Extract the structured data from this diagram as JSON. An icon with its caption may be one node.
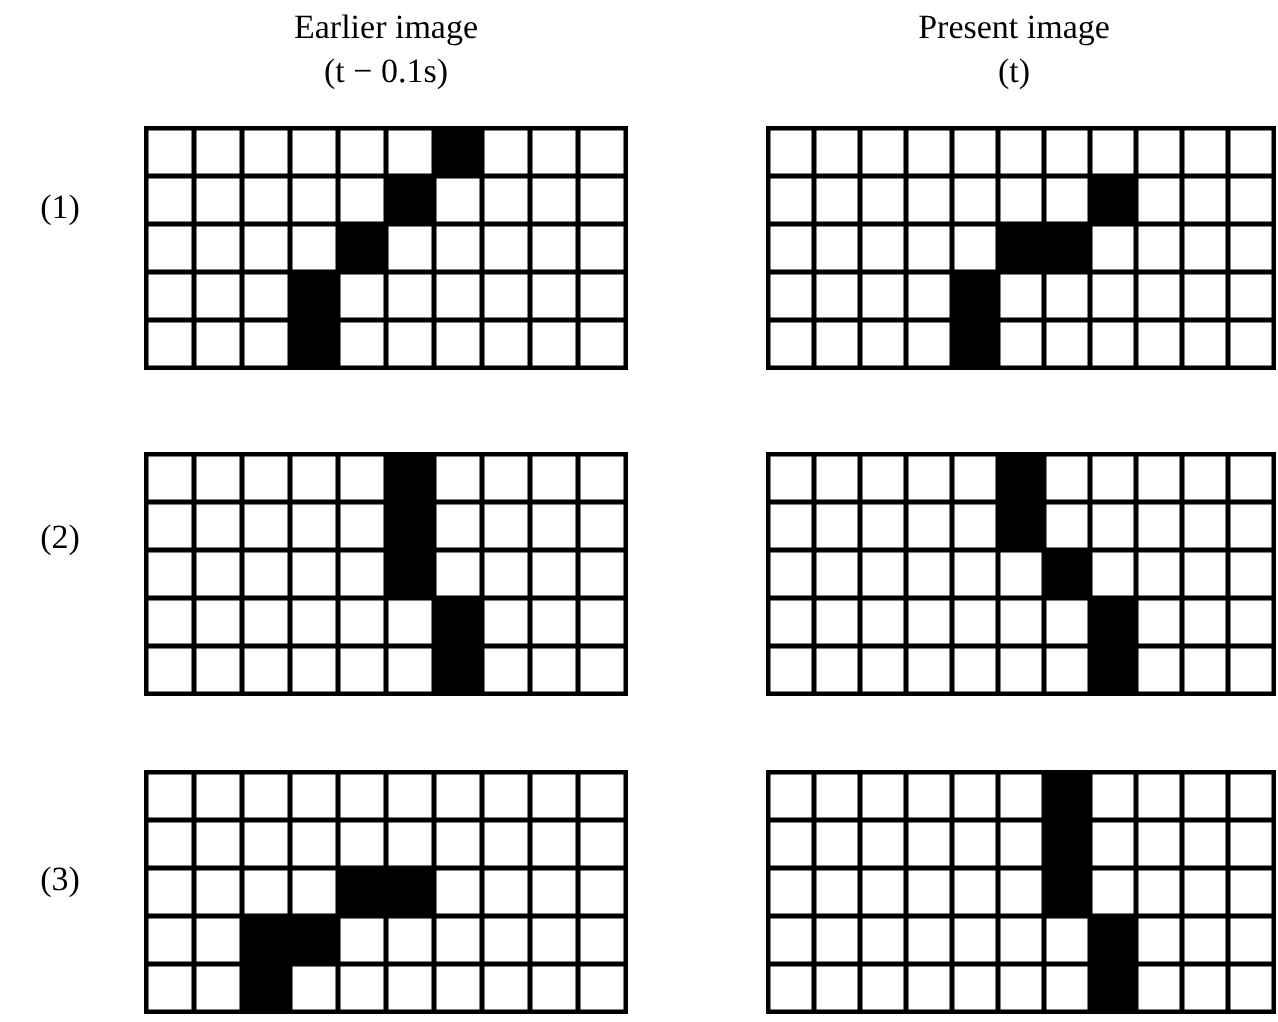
{
  "diagram": {
    "labels": [
      "Earlier image",
      "(t − 0.1s)",
      "Present image",
      "(t)",
      "(1)",
      "(2)",
      "(3)"
    ]
  }
}
